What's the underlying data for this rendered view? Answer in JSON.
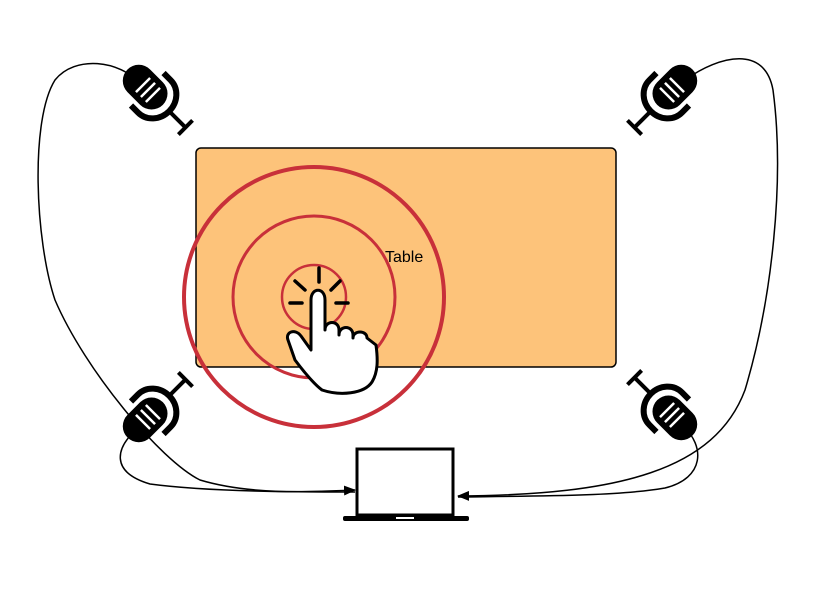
{
  "table": {
    "label": "Table",
    "fill_color": "#FDC37A",
    "stroke_color": "#000000"
  },
  "tap": {
    "ring_color": "#C8303A",
    "ring_count": 3,
    "icon": "tap-hand-icon"
  },
  "microphones": [
    {
      "name": "microphone-top-left",
      "icon": "microphone-icon"
    },
    {
      "name": "microphone-top-right",
      "icon": "microphone-icon"
    },
    {
      "name": "microphone-bottom-left",
      "icon": "microphone-icon"
    },
    {
      "name": "microphone-bottom-right",
      "icon": "microphone-icon"
    }
  ],
  "laptop": {
    "icon": "laptop-icon"
  },
  "cables": {
    "color": "#000000",
    "arrow_target": "laptop"
  }
}
